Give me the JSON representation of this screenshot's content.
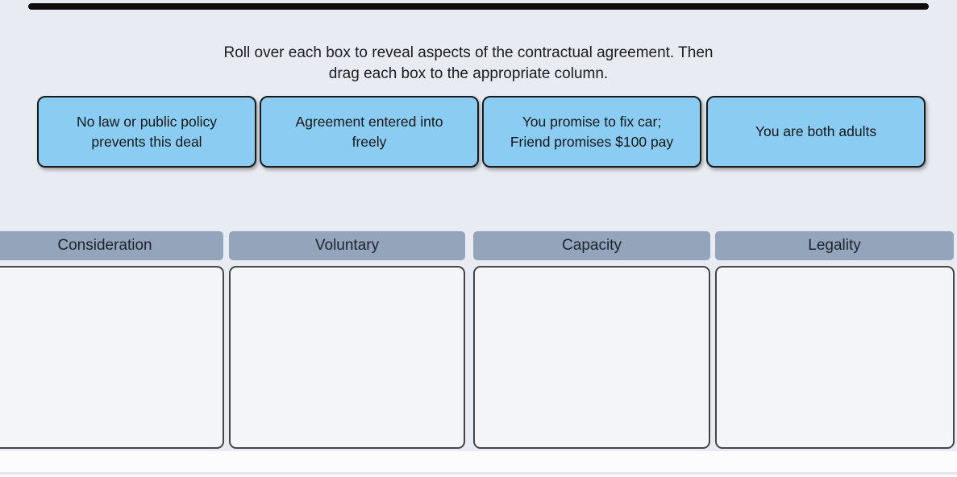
{
  "instructions": {
    "line1": "Roll over each box to reveal aspects of the contractual agreement. Then",
    "line2": "drag each box to the appropriate column."
  },
  "cards": [
    {
      "label": "No law or public policy\nprevents this deal"
    },
    {
      "label": "Agreement entered into\nfreely"
    },
    {
      "label": "You promise to fix car;\nFriend promises $100 pay"
    },
    {
      "label": "You are both adults"
    }
  ],
  "columns": [
    {
      "header": "Consideration"
    },
    {
      "header": "Voluntary"
    },
    {
      "header": "Capacity"
    },
    {
      "header": "Legality"
    }
  ],
  "colors": {
    "background": "#e8ebf1",
    "card_fill": "#8bcdf2",
    "card_border": "#1a1a1a",
    "header_fill": "#94a4ba",
    "header_text": "#1d2430",
    "dropzone_fill": "#f3f5f9",
    "dropzone_border": "#454545",
    "progress_bar": "#0d0d0d"
  }
}
